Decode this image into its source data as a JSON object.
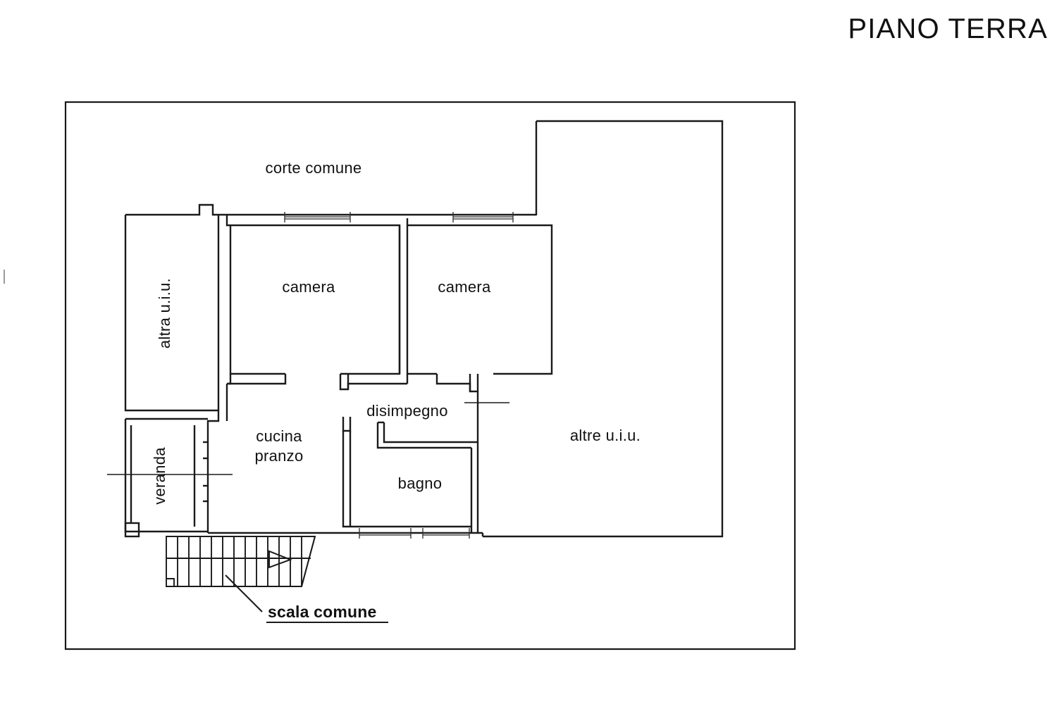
{
  "drawing": {
    "title": "PIANO TERRA",
    "type": "architectural-floor-plan",
    "language": "it"
  },
  "labels": {
    "title": "PIANO TERRA",
    "corte_comune": "corte comune",
    "altra_uiu": "altra u.i.u.",
    "altre_uiu": "altre u.i.u.",
    "camera_left": "camera",
    "camera_right": "camera",
    "disimpegno": "disimpegno",
    "cucina_line1": "cucina",
    "cucina_line2": "pranzo",
    "bagno": "bagno",
    "veranda": "veranda",
    "scala_comune": "scala comune"
  },
  "rooms": [
    {
      "id": "corte-comune",
      "name": "corte comune",
      "kind": "courtyard",
      "rotated": false
    },
    {
      "id": "altra-uiu",
      "name": "altra u.i.u.",
      "kind": "other-unit",
      "rotated": true
    },
    {
      "id": "altre-uiu",
      "name": "altre u.i.u.",
      "kind": "other-unit",
      "rotated": false
    },
    {
      "id": "camera-1",
      "name": "camera",
      "kind": "bedroom",
      "rotated": false
    },
    {
      "id": "camera-2",
      "name": "camera",
      "kind": "bedroom",
      "rotated": false
    },
    {
      "id": "disimpegno",
      "name": "disimpegno",
      "kind": "hallway",
      "rotated": false
    },
    {
      "id": "cucina-pranzo",
      "name": "cucina pranzo",
      "kind": "kitchen",
      "rotated": false
    },
    {
      "id": "bagno",
      "name": "bagno",
      "kind": "bathroom",
      "rotated": false
    },
    {
      "id": "veranda",
      "name": "veranda",
      "kind": "veranda",
      "rotated": true
    },
    {
      "id": "scala-comune",
      "name": "scala comune",
      "kind": "stairs",
      "rotated": false
    }
  ],
  "annotations": {
    "stair_direction_icon": "arrow-right-triangle",
    "scala_leader": "leader-line",
    "scala_underline": true
  },
  "colors": {
    "ink": "#1a1a1a",
    "paper": "#ffffff",
    "faint": "#9a9a9a"
  }
}
